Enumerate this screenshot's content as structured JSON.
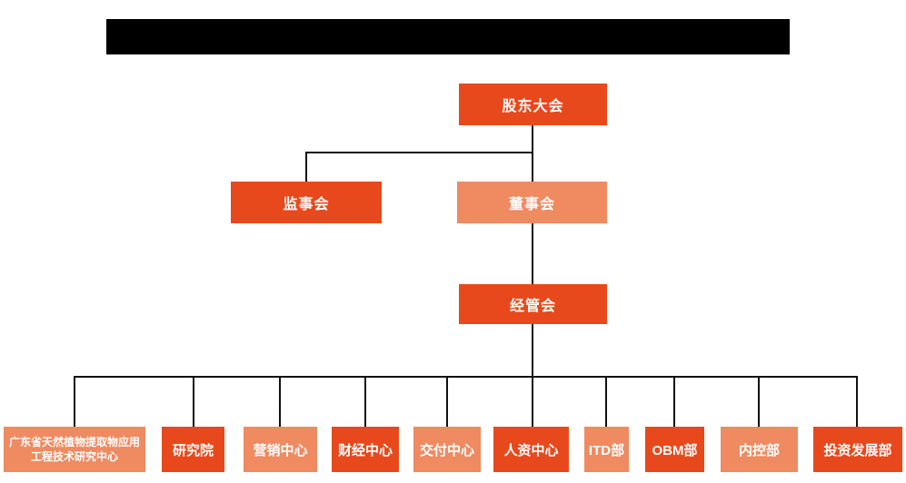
{
  "colors": {
    "node_primary": "#e8491c",
    "node_secondary": "#ef8a61",
    "connector": "#111111",
    "node_text": "#ffffff",
    "redaction_bar": "#000000"
  },
  "org": {
    "root": {
      "label": "股东大会",
      "variant": "primary"
    },
    "level2": [
      {
        "label": "监事会",
        "variant": "primary"
      },
      {
        "label": "董事会",
        "variant": "secondary"
      }
    ],
    "level3": {
      "label": "经管会",
      "variant": "primary"
    },
    "departments": [
      {
        "label": "广东省天然植物提取物应用工程技术研究中心",
        "variant": "secondary"
      },
      {
        "label": "研究院",
        "variant": "primary"
      },
      {
        "label": "营销中心",
        "variant": "secondary"
      },
      {
        "label": "财经中心",
        "variant": "primary"
      },
      {
        "label": "交付中心",
        "variant": "secondary"
      },
      {
        "label": "人资中心",
        "variant": "primary"
      },
      {
        "label": "ITD部",
        "variant": "secondary"
      },
      {
        "label": "OBM部",
        "variant": "primary"
      },
      {
        "label": "内控部",
        "variant": "secondary"
      },
      {
        "label": "投资发展部",
        "variant": "primary"
      }
    ]
  }
}
